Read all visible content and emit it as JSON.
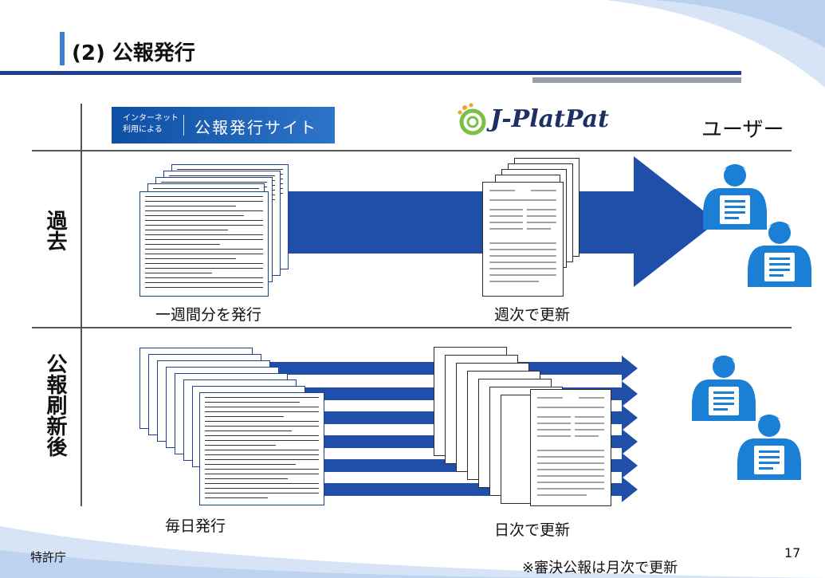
{
  "title": "(2) 公報発行",
  "header": {
    "site_logo_small_line1": "インターネット",
    "site_logo_small_line2": "利用による",
    "site_logo_main": "公報発行サイト",
    "jpp_logo": "J-PlatPat",
    "user_label": "ユーザー"
  },
  "rows": {
    "past_label": "過去",
    "after_label": "公報刷新後"
  },
  "captions": {
    "past_issue": "一週間分を発行",
    "past_update": "週次で更新",
    "after_issue": "毎日発行",
    "after_update": "日次で更新"
  },
  "footer": {
    "org": "特許庁",
    "note": "※審決公報は月次で更新",
    "page": "17"
  },
  "colors": {
    "arrow": "#1f4fa8",
    "person": "#1b7fd6",
    "title_rule": "#1f3f8f"
  },
  "icons": [
    "person-reading-icon",
    "jpp-logo-icon",
    "xml-document-icon",
    "gazette-document-icon"
  ]
}
